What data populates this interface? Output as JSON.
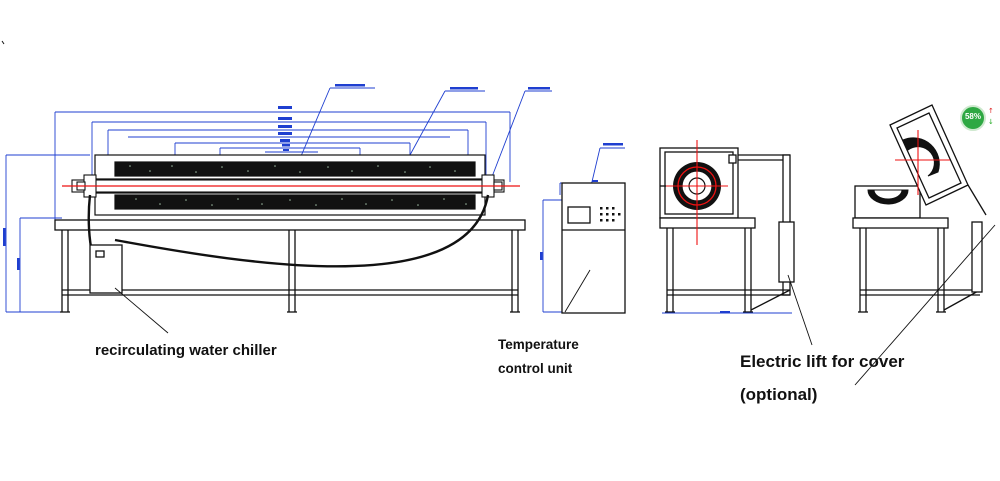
{
  "labels": {
    "chiller": "recirculating water chiller",
    "temp_line1": "Temperature",
    "temp_line2": "control unit",
    "lift_line1": "Electric lift for cover",
    "lift_line2": "(optional)"
  },
  "badge": {
    "percent": "58%",
    "up_arrow": "↑",
    "down_arrow": "↓"
  },
  "colors": {
    "drawing": "#111111",
    "dimension": "#1f3fd0",
    "center_line": "#e11",
    "badge_green": "#2ea843"
  }
}
